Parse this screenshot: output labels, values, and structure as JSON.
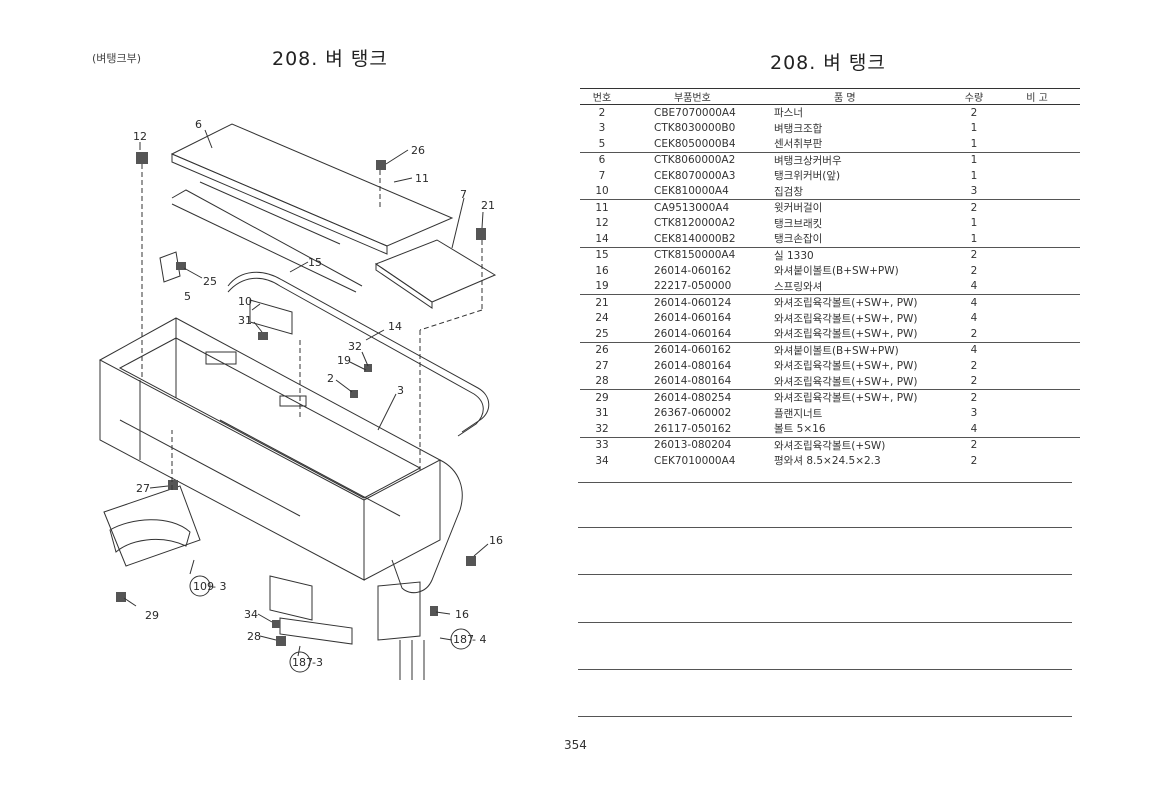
{
  "header": {
    "section_label": "(벼탱크부)",
    "title_left": "208. 벼 탱크",
    "title_right": "208. 벼 탱크"
  },
  "diagram": {
    "callouts": [
      "12",
      "6",
      "26",
      "11",
      "7",
      "21",
      "15",
      "25",
      "5",
      "10",
      "31",
      "32",
      "14",
      "19",
      "2",
      "3",
      "27",
      "16",
      "109",
      "- 3",
      "29",
      "34",
      "28",
      "187",
      "-3",
      "16",
      "187",
      "- 4"
    ]
  },
  "table": {
    "headers": {
      "no": "번호",
      "part_no": "부품번호",
      "name": "품    명",
      "qty": "수량",
      "remarks": "비  고"
    },
    "rows": [
      {
        "no": "2",
        "part_no": "CBE7070000A4",
        "name": "파스너",
        "qty": "2"
      },
      {
        "no": "3",
        "part_no": "CTK8030000B0",
        "name": "벼탱크조합",
        "qty": "1"
      },
      {
        "no": "5",
        "part_no": "CEK8050000B4",
        "name": "센서취부판",
        "qty": "1"
      },
      {
        "no": "6",
        "part_no": "CTK8060000A2",
        "name": "벼탱크상커버우",
        "qty": "1"
      },
      {
        "no": "7",
        "part_no": "CEK8070000A3",
        "name": "탱크위커버(앞)",
        "qty": "1"
      },
      {
        "no": "10",
        "part_no": "CEK810000A4",
        "name": "집검창",
        "qty": "3"
      },
      {
        "no": "11",
        "part_no": "CA9513000A4",
        "name": "윗커버걸이",
        "qty": "2"
      },
      {
        "no": "12",
        "part_no": "CTK8120000A2",
        "name": "탱크브래킷",
        "qty": "1"
      },
      {
        "no": "14",
        "part_no": "CEK8140000B2",
        "name": "탱크손잡이",
        "qty": "1"
      },
      {
        "no": "15",
        "part_no": "CTK8150000A4",
        "name": "실 1330",
        "qty": "2"
      },
      {
        "no": "16",
        "part_no": "26014-060162",
        "name": "와셔붙이볼트(B+SW+PW)",
        "qty": "2"
      },
      {
        "no": "19",
        "part_no": "22217-050000",
        "name": "스프링와셔",
        "qty": "4"
      },
      {
        "no": "21",
        "part_no": "26014-060124",
        "name": "와셔조립육각볼트(+SW+, PW)",
        "qty": "4"
      },
      {
        "no": "24",
        "part_no": "26014-060164",
        "name": "와셔조립육각볼트(+SW+, PW)",
        "qty": "4"
      },
      {
        "no": "25",
        "part_no": "26014-060164",
        "name": "와셔조립육각볼트(+SW+, PW)",
        "qty": "2"
      },
      {
        "no": "26",
        "part_no": "26014-060162",
        "name": "와셔붙이볼트(B+SW+PW)",
        "qty": "4"
      },
      {
        "no": "27",
        "part_no": "26014-080164",
        "name": "와셔조립육각볼트(+SW+, PW)",
        "qty": "2"
      },
      {
        "no": "28",
        "part_no": "26014-080164",
        "name": "와셔조립육각볼트(+SW+, PW)",
        "qty": "2"
      },
      {
        "no": "29",
        "part_no": "26014-080254",
        "name": "와셔조립육각볼트(+SW+, PW)",
        "qty": "2"
      },
      {
        "no": "31",
        "part_no": "26367-060002",
        "name": "플랜지너트",
        "qty": "3"
      },
      {
        "no": "32",
        "part_no": "26117-050162",
        "name": "볼트 5×16",
        "qty": "4"
      },
      {
        "no": "33",
        "part_no": "26013-080204",
        "name": "와셔조립육각볼트(+SW)",
        "qty": "2"
      },
      {
        "no": "34",
        "part_no": "CEK7010000A4",
        "name": "평와셔 8.5×24.5×2.3",
        "qty": "2"
      }
    ]
  },
  "footer": {
    "page_number": "354"
  }
}
